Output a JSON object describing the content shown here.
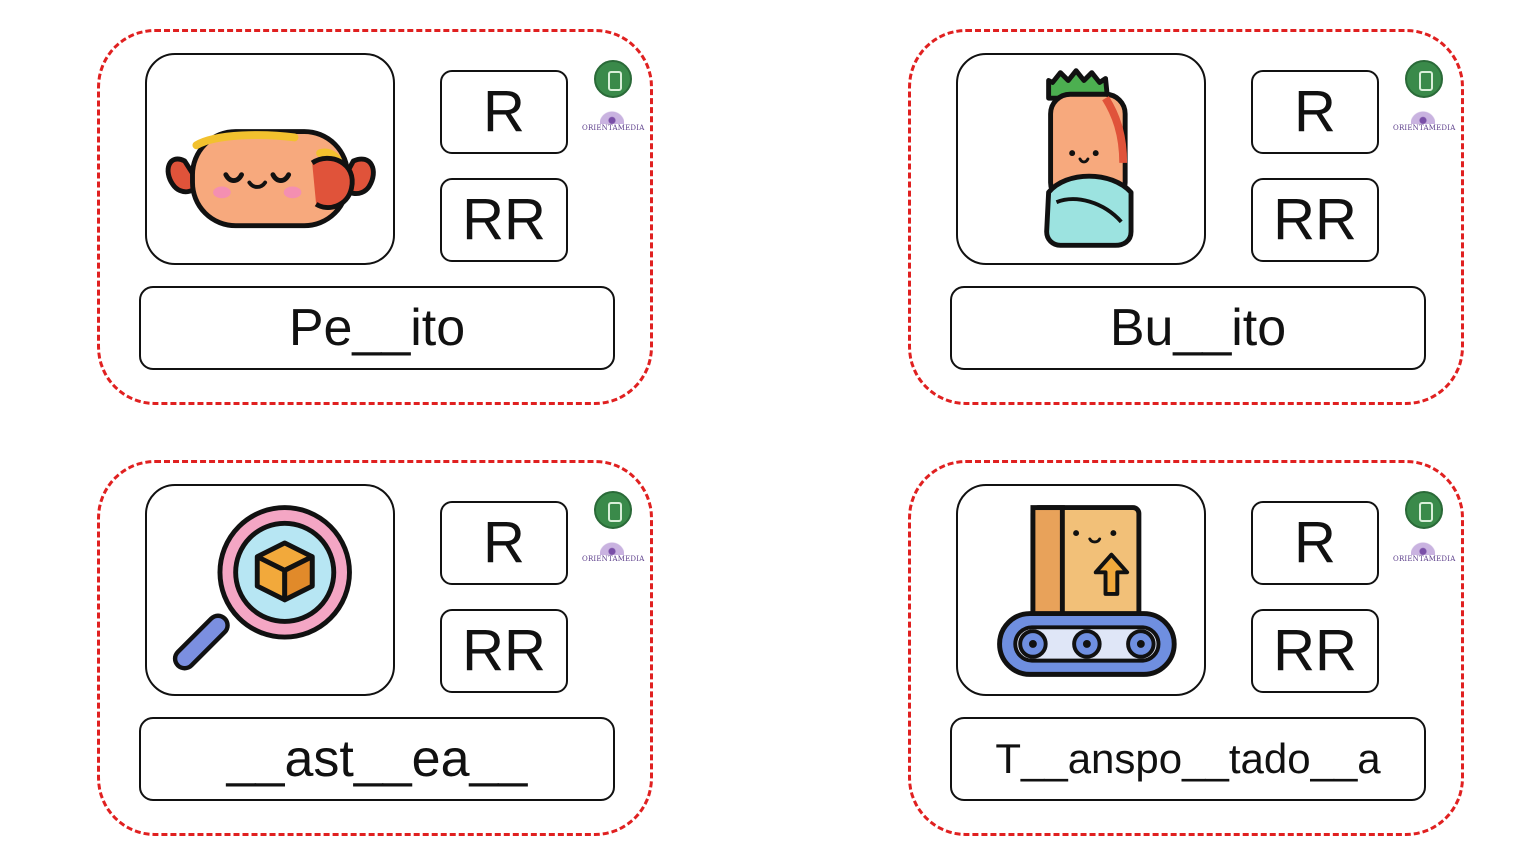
{
  "cards": [
    {
      "option_r": "R",
      "option_rr": "RR",
      "word": "Pe__ito",
      "picture": "hot-dog",
      "brand": "ORIENTAMEDIA"
    },
    {
      "option_r": "R",
      "option_rr": "RR",
      "word": "Bu__ito",
      "picture": "burrito",
      "brand": "ORIENTAMEDIA"
    },
    {
      "option_r": "R",
      "option_rr": "RR",
      "word": "__ast__ea__",
      "picture": "magnifier-box",
      "brand": "ORIENTAMEDIA"
    },
    {
      "option_r": "R",
      "option_rr": "RR",
      "word": "T__anspo__tado__a",
      "picture": "conveyor-box",
      "brand": "ORIENTAMEDIA"
    }
  ],
  "colors": {
    "card_border": "#e02020",
    "badge": "#3a8a4a",
    "brand": "#5b3d8a"
  }
}
